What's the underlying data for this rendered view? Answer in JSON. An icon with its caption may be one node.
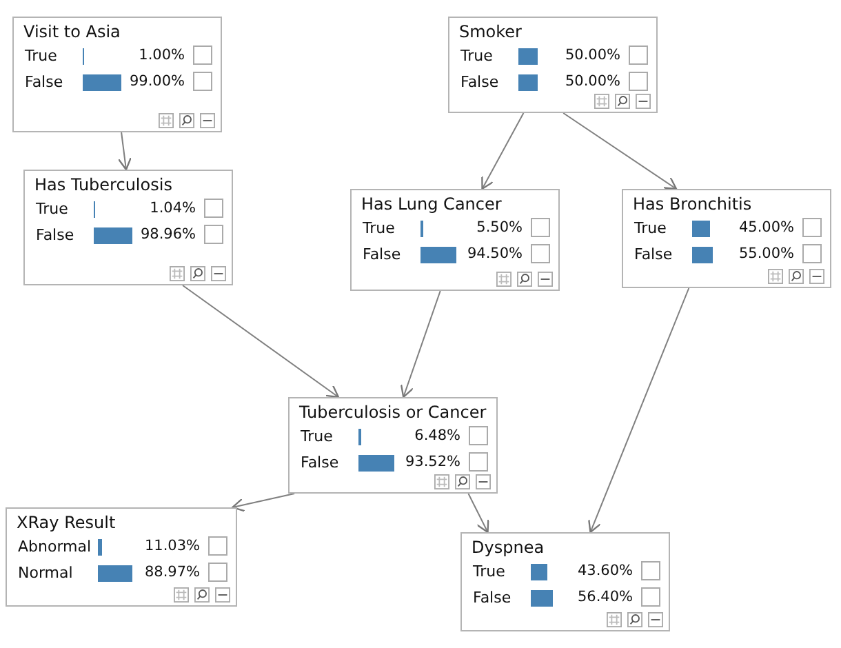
{
  "diagram": {
    "nodes": [
      {
        "text": [
          "Visit to Asia",
          "True",
          "1.00%",
          "False",
          "99.00%"
        ]
      },
      {
        "text": [
          "Smoker",
          "True",
          "50.00%",
          "False",
          "50.00%"
        ]
      },
      {
        "text": [
          "Has Tuberculosis",
          "True",
          "1.04%",
          "False",
          "98.96%"
        ]
      },
      {
        "text": [
          "Has Lung Cancer",
          "True",
          "5.50%",
          "False",
          "94.50%"
        ]
      },
      {
        "text": [
          "Has Bronchitis",
          "True",
          "45.00%",
          "False",
          "55.00%"
        ]
      },
      {
        "text": [
          "Tuberculosis or Cancer",
          "True",
          "6.48%",
          "False",
          "93.52%"
        ]
      },
      {
        "text": [
          "XRay Result",
          "Abnormal",
          "11.03%",
          "Normal",
          "88.97%"
        ]
      },
      {
        "text": [
          "Dyspnea",
          "True",
          "43.60%",
          "False",
          "56.40%"
        ]
      }
    ],
    "edges": [
      {
        "from": 0,
        "to": 2,
        "arrow": "to"
      },
      {
        "from": 1,
        "to": 3,
        "arrow": "to"
      },
      {
        "from": 1,
        "to": 4,
        "arrow": "to"
      },
      {
        "from": 2,
        "to": 5,
        "arrow": "to"
      },
      {
        "from": 3,
        "to": 5,
        "arrow": "to"
      },
      {
        "from": 5,
        "to": 6,
        "arrow": "to"
      },
      {
        "from": 5,
        "to": 7,
        "arrow": "to"
      },
      {
        "from": 4,
        "to": 7,
        "arrow": "to"
      }
    ]
  }
}
